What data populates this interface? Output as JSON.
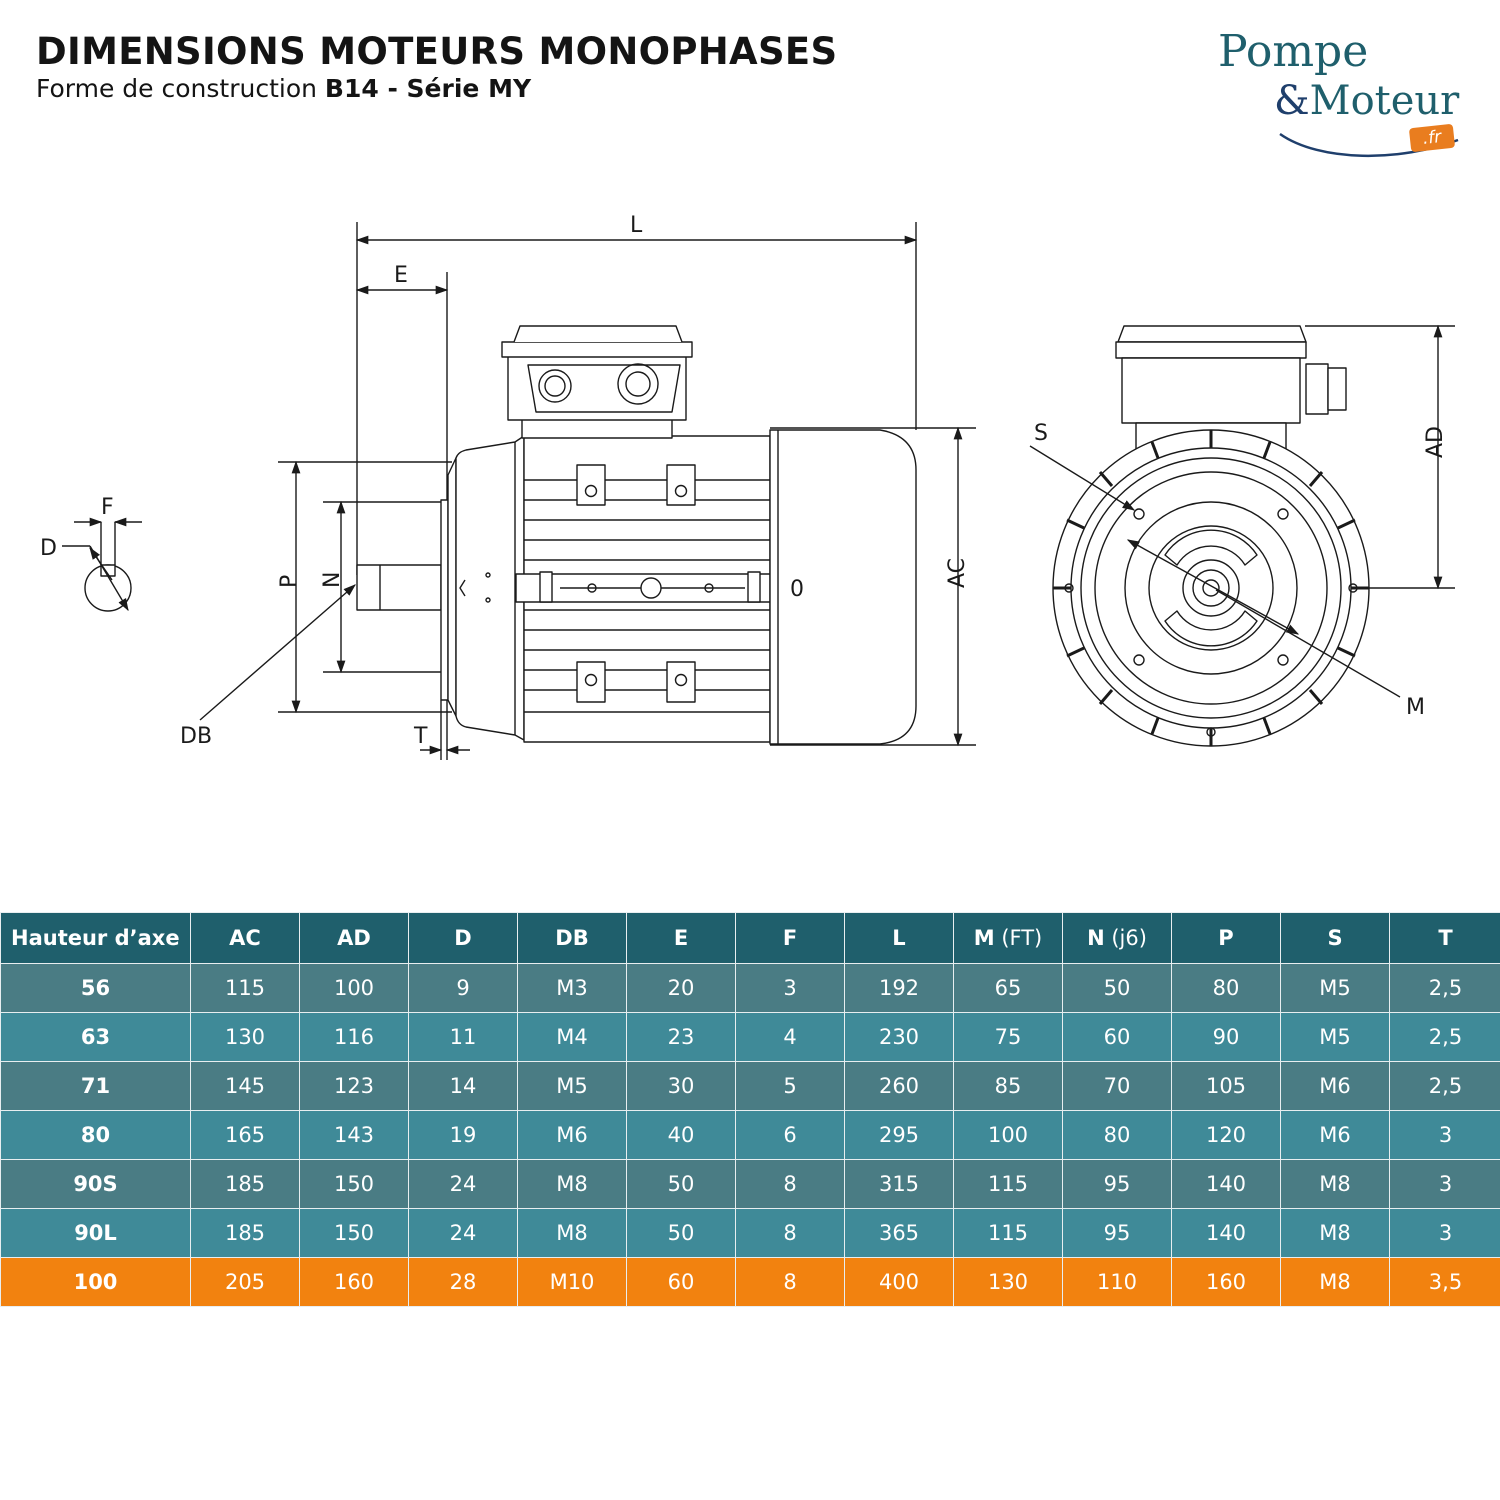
{
  "header": {
    "title": "DIMENSIONS MOTEURS MONOPHASES",
    "subtitle_prefix": "Forme de construction ",
    "subtitle_strong": "B14 - Série MY"
  },
  "logo": {
    "line1": "Pompe",
    "amp": "&",
    "line2": "Moteur",
    "tld": ".fr"
  },
  "drawing_labels": {
    "L": "L",
    "E": "E",
    "F": "F",
    "D": "D",
    "P": "P",
    "N": "N",
    "DB": "DB",
    "T": "T",
    "AC": "AC",
    "AD": "AD",
    "S": "S",
    "M": "M",
    "O": "0"
  },
  "table": {
    "columns": [
      {
        "label": "Hauteur d’axe",
        "suffix": ""
      },
      {
        "label": "AC",
        "suffix": ""
      },
      {
        "label": "AD",
        "suffix": ""
      },
      {
        "label": "D",
        "suffix": ""
      },
      {
        "label": "DB",
        "suffix": ""
      },
      {
        "label": "E",
        "suffix": ""
      },
      {
        "label": "F",
        "suffix": ""
      },
      {
        "label": "L",
        "suffix": ""
      },
      {
        "label": "M",
        "suffix": " (FT)"
      },
      {
        "label": "N",
        "suffix": " (j6)"
      },
      {
        "label": "P",
        "suffix": ""
      },
      {
        "label": "S",
        "suffix": ""
      },
      {
        "label": "T",
        "suffix": ""
      }
    ],
    "rows": [
      [
        "56",
        "115",
        "100",
        "9",
        "M3",
        "20",
        "3",
        "192",
        "65",
        "50",
        "80",
        "M5",
        "2,5"
      ],
      [
        "63",
        "130",
        "116",
        "11",
        "M4",
        "23",
        "4",
        "230",
        "75",
        "60",
        "90",
        "M5",
        "2,5"
      ],
      [
        "71",
        "145",
        "123",
        "14",
        "M5",
        "30",
        "5",
        "260",
        "85",
        "70",
        "105",
        "M6",
        "2,5"
      ],
      [
        "80",
        "165",
        "143",
        "19",
        "M6",
        "40",
        "6",
        "295",
        "100",
        "80",
        "120",
        "M6",
        "3"
      ],
      [
        "90S",
        "185",
        "150",
        "24",
        "M8",
        "50",
        "8",
        "315",
        "115",
        "95",
        "140",
        "M8",
        "3"
      ],
      [
        "90L",
        "185",
        "150",
        "24",
        "M8",
        "50",
        "8",
        "365",
        "115",
        "95",
        "140",
        "M8",
        "3"
      ],
      [
        "100",
        "205",
        "160",
        "28",
        "M10",
        "60",
        "8",
        "400",
        "130",
        "110",
        "160",
        "M8",
        "3,5"
      ]
    ],
    "highlight_row": 6
  },
  "colors": {
    "header_bg": "#1f5f6c",
    "row_dark": "#4a7c84",
    "row_light": "#3f8a98",
    "row_highlight": "#f2820f",
    "logo_teal": "#1f5f6c",
    "logo_orange": "#e97d1f"
  }
}
